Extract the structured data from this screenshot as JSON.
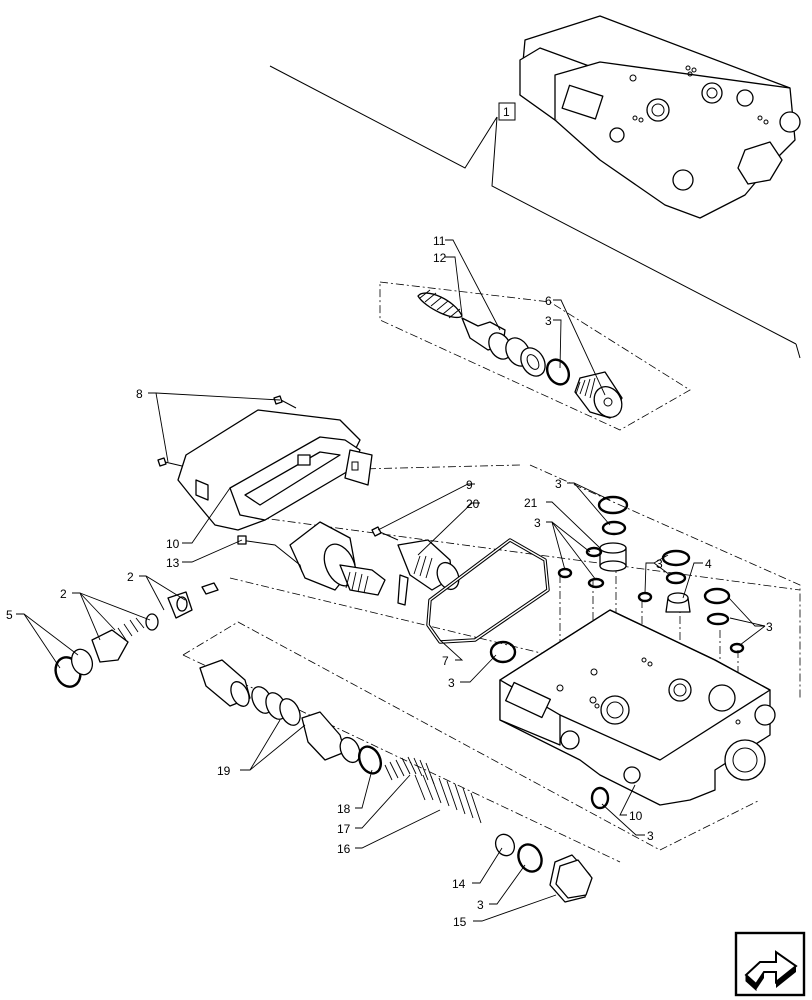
{
  "diagram": {
    "reference_box_label": "1",
    "callouts": {
      "c11": "11",
      "c12": "12",
      "c6": "6",
      "c3a": "3",
      "c8": "8",
      "c9": "9",
      "c20": "20",
      "c3b": "3",
      "c21": "21",
      "c3c": "3",
      "c3d": "3",
      "c4": "4",
      "c3e": "3",
      "c10a": "10",
      "c13": "13",
      "c2a": "2",
      "c2b": "2",
      "c5": "5",
      "c7": "7",
      "c3f": "3",
      "c19": "19",
      "c18": "18",
      "c17": "17",
      "c16": "16",
      "c10b": "10",
      "c3g": "3",
      "c14": "14",
      "c3h": "3",
      "c15": "15"
    }
  },
  "navigation": {
    "next_page_icon": "arrow-next-page-icon"
  }
}
